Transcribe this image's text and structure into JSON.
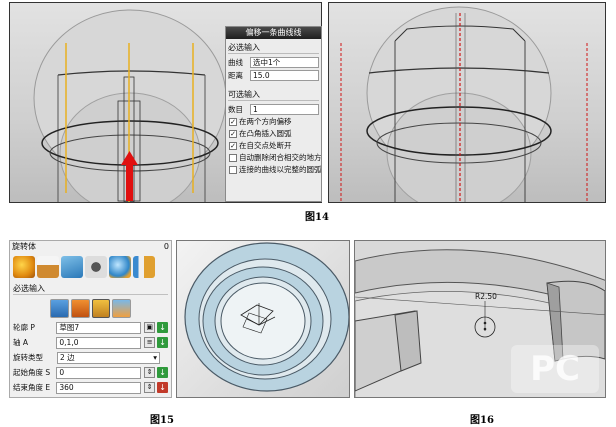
{
  "figures": {
    "fig14": "图14",
    "fig15": "图15",
    "fig16": "图16"
  },
  "offset_panel": {
    "title": "偏移一条曲线线",
    "required_section": "必选输入",
    "fields": [
      {
        "label": "曲线",
        "value": "选中1个"
      },
      {
        "label": "距离",
        "value": "15.0"
      }
    ],
    "optional_section": "可选输入",
    "count_label": "数目",
    "count_value": "1",
    "options": [
      {
        "label": "在两个方向偏移",
        "checked": true
      },
      {
        "label": "在凸角插入圆弧",
        "checked": true
      },
      {
        "label": "在自交点处断开",
        "checked": true
      },
      {
        "label": "自动删除闭合相交的地方",
        "checked": false
      },
      {
        "label": "连接的曲线以完整的圆弧",
        "checked": false
      }
    ]
  },
  "revolve_panel": {
    "title": "旋转体",
    "pin": "0",
    "required_section": "必选输入",
    "rows": [
      {
        "label": "轮廓 P",
        "value": "草图7"
      },
      {
        "label": "轴 A",
        "value": "0,1,0"
      },
      {
        "label": "旋转类型",
        "value": "2 边"
      },
      {
        "label": "起始角度 S",
        "value": "0"
      },
      {
        "label": "结束角度 E",
        "value": "360"
      }
    ]
  },
  "viewport4": {
    "dimension": "R2.50"
  },
  "watermark": "PC",
  "colors": {
    "accent_red": "#e01010",
    "axis_yellow": "#e8b020",
    "dialog_title": "#2a2a2a",
    "ring_blue": "#b9d3e0"
  }
}
